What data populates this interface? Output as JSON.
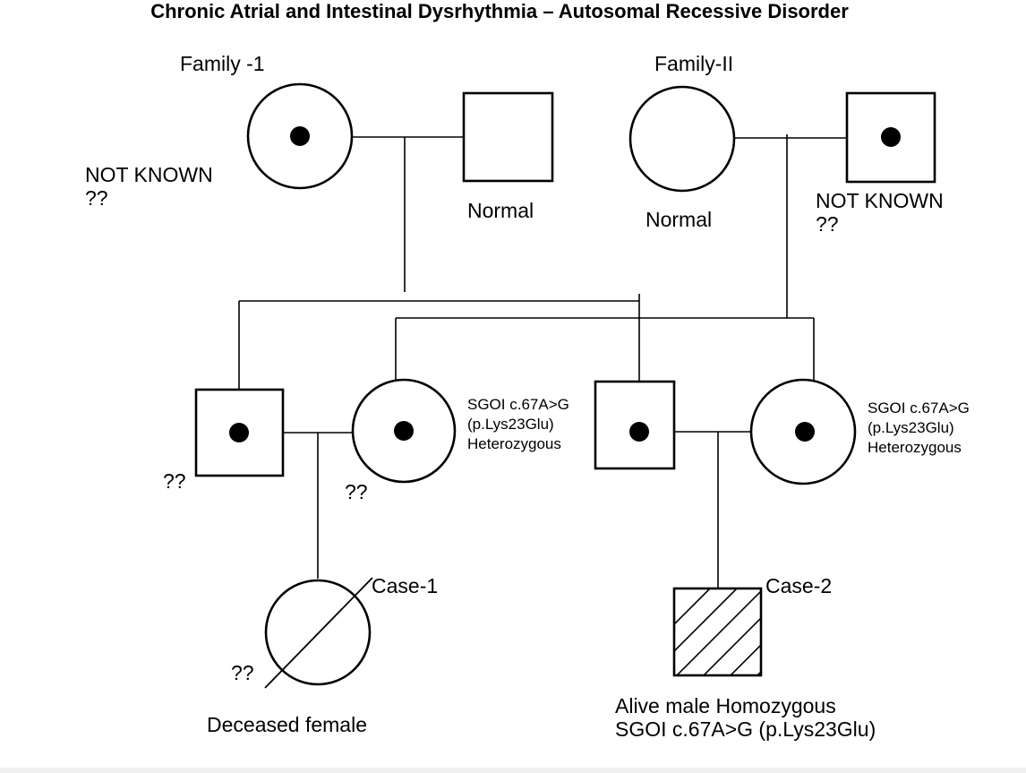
{
  "title": "Chronic Atrial and Intestinal Dysrhythmia – Autosomal Recessive Disorder",
  "family1": {
    "label": "Family -1",
    "mother_status": "NOT KNOWN\n??",
    "father_status": "Normal"
  },
  "family2": {
    "label": "Family-II",
    "mother_status": "Normal",
    "father_status": "NOT KNOWN\n??"
  },
  "gen2": {
    "male1_note": "??",
    "female1_note": "??",
    "male2_variant": "SGOI c.67A>G\n(p.Lys23Glu)\n Heterozygous",
    "female2_variant": "SGOI c.67A>G\n(p.Lys23Glu)\n Heterozygous"
  },
  "case1": {
    "label": "Case-1",
    "note": "??",
    "description": "Deceased female"
  },
  "case2": {
    "label": "Case-2",
    "description": "Alive male Homozygous\nSGOI c.67A>G (p.Lys23Glu)"
  }
}
